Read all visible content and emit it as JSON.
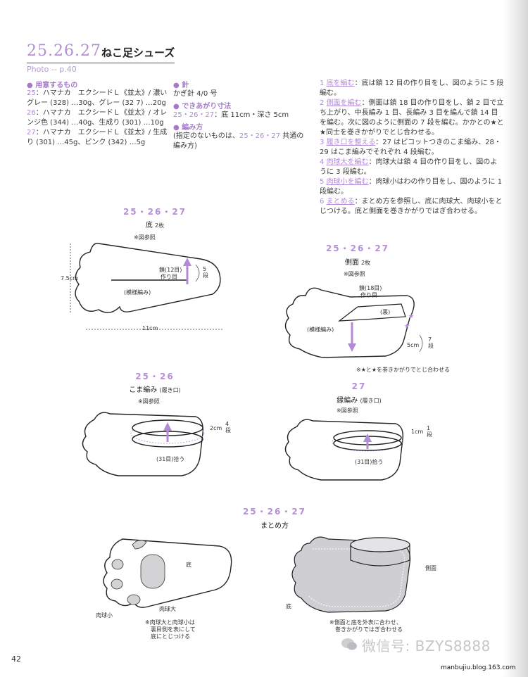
{
  "header": {
    "number": "25.26.27",
    "title": "ねこ足シューズ",
    "photo_ref": "Photo -- p.40"
  },
  "materials": {
    "heading": "● 用意するもの",
    "item_25_label": "25",
    "item_25_text": "：ハマナカ　エクシードＬ《並太》/ 濃いグレー (328) …30g、グレー (32 7) …20g",
    "item_26_label": "26",
    "item_26_text": "：ハマナカ　エクシードＬ《並太》/ オレンジ色 (344) …40g、生成り (301) …10g",
    "item_27_label": "27",
    "item_27_text": "：ハマナカ　エクシードＬ《並太》/ 生成り (301) …45g、ピンク (342) …5g"
  },
  "needle": {
    "heading": "● 針",
    "text": "かぎ針 4/0 号"
  },
  "size": {
    "heading": "● できあがり寸法",
    "numbers": "25・26・27",
    "text": "：底 11cm・深さ 5cm"
  },
  "method": {
    "heading": "● 編み方",
    "text_a": "(指定のないものは、",
    "numbers": "25・26・27",
    "text_b": " 共通の編み方)"
  },
  "steps": [
    {
      "num": "1",
      "label": "底を編む",
      "text": "：底は鎖 12 目の作り目をし、図のように 5 段編む。"
    },
    {
      "num": "2",
      "label": "側面を編む",
      "text": "：側面は鎖 18 目の作り目をし、鎖 2 目で立ち上がり、中長編み 1 目、長編み 3 目を編んで鎖 14 目を編む。次に図のように側面の 7 段を編む。かかとの★と★同士を巻きかがりでとじ合わせる。"
    },
    {
      "num": "3",
      "label": "履き口を整える",
      "text": "：27 はピコットつきのこま編み、28・29 はこま編みでそれぞれ 4 段編む。"
    },
    {
      "num": "4",
      "label": "肉球大を編む",
      "text": "：肉球大は鎖 4 目の作り目をし、図のように 3 段編む。"
    },
    {
      "num": "5",
      "label": "肉球小を編む",
      "text": "：肉球小はわの作り目をし、図のように 1 段編む。"
    },
    {
      "num": "6",
      "label": "まとめる",
      "text": "：まとめ方を参照し、底に肉球大、肉球小をとじつける。底と側面を巻きかがりではぎ合わせる。"
    }
  ],
  "diagram_sole": {
    "title": "25・26・27",
    "name": "底",
    "count": "2枚",
    "ref": "※図参照",
    "width": "11cm",
    "height": "7.5cm",
    "chain": "鎖(12目)",
    "chain2": "作り目",
    "pattern": "(模様編み)",
    "rows": "5段"
  },
  "diagram_side": {
    "title": "25・26・27",
    "name": "側面",
    "count": "2枚",
    "ref": "※図参照",
    "chain": "鎖(18目)",
    "chain2": "作り目",
    "back": "(裏)",
    "pattern": "(模様編み)",
    "depth": "5cm",
    "rows": "7段",
    "note": "※★と★を巻きかがりでとじ合わせる"
  },
  "diagram_sc": {
    "title": "25・26",
    "name": "こま編み",
    "sub": "(履き口)",
    "ref": "※図参照",
    "height": "2cm",
    "rows": "4段",
    "pickup": "(31目)拾う"
  },
  "diagram_edge": {
    "title": "27",
    "name": "縁編み",
    "sub": "(履き口)",
    "ref": "※図参照",
    "height": "1cm",
    "rows": "1段",
    "pickup": "(31目)拾う"
  },
  "diagram_finish": {
    "title": "25・26・27",
    "name": "まとめ方",
    "sole": "底",
    "small_pad": "肉球小",
    "big_pad": "肉球大",
    "note_a1": "※肉球大と肉球小は",
    "note_a2": "裏目側を表にして",
    "note_a3": "底にとじつける",
    "side": "側面",
    "sole2": "底",
    "note_b1": "※側面と底を外表に合わせ、",
    "note_b2": "巻きかがりではぎ合わせる"
  },
  "footer": {
    "page_number": "42",
    "wechat": "微信号: BZYS8888",
    "blog": "manbujiu.blog.163.com"
  },
  "colors": {
    "accent": "#b38ad6",
    "line": "#222222",
    "shade": "#c9c9cc"
  }
}
